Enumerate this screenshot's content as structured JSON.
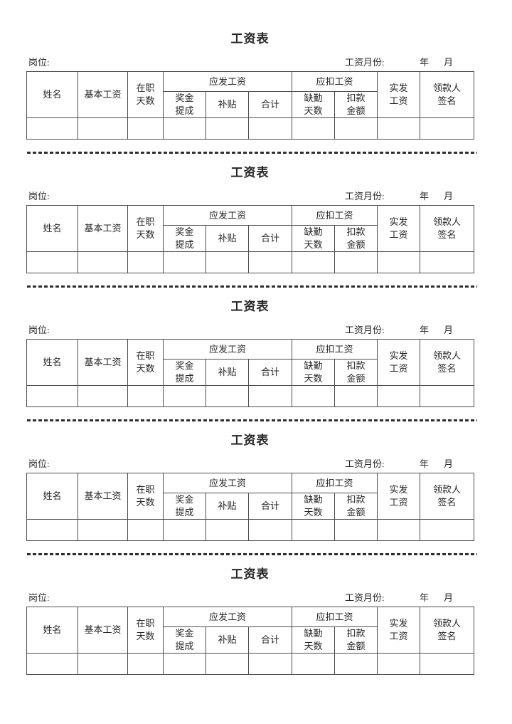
{
  "colors": {
    "text": "#262626",
    "table_border": "#4d4d4d",
    "separator": "#2e2e2e",
    "page_background": "#ffffff"
  },
  "sections": [
    {
      "title": "工资表",
      "meta": {
        "position_label": "岗位:",
        "salary_month_label": "工资月份:",
        "year_label": "年",
        "month_label": "月"
      },
      "table": {
        "col_name": "姓名",
        "col_base_salary": "基本工资",
        "col_days_line1": "在职",
        "col_days_line2": "天数",
        "group_payable": "应发工资",
        "col_bonus_line1": "奖金",
        "col_bonus_line2": "提成",
        "col_subsidy": "补贴",
        "col_total": "合计",
        "group_deduction": "应扣工资",
        "col_absent_line1": "缺勤",
        "col_absent_line2": "天数",
        "col_deduct_line1": "扣款",
        "col_deduct_line2": "金额",
        "col_net_line1": "实发",
        "col_net_line2": "工资",
        "col_payee_line1": "领款人",
        "col_payee_line2": "签名",
        "empty_row": [
          "",
          "",
          "",
          "",
          "",
          "",
          "",
          "",
          "",
          ""
        ]
      }
    },
    {
      "title": "工资表",
      "meta": {
        "position_label": "岗位:",
        "salary_month_label": "工资月份:",
        "year_label": "年",
        "month_label": "月"
      },
      "table": {
        "col_name": "姓名",
        "col_base_salary": "基本工资",
        "col_days_line1": "在职",
        "col_days_line2": "天数",
        "group_payable": "应发工资",
        "col_bonus_line1": "奖金",
        "col_bonus_line2": "提成",
        "col_subsidy": "补贴",
        "col_total": "合计",
        "group_deduction": "应扣工资",
        "col_absent_line1": "缺勤",
        "col_absent_line2": "天数",
        "col_deduct_line1": "扣款",
        "col_deduct_line2": "金额",
        "col_net_line1": "实发",
        "col_net_line2": "工资",
        "col_payee_line1": "领款人",
        "col_payee_line2": "签名",
        "empty_row": [
          "",
          "",
          "",
          "",
          "",
          "",
          "",
          "",
          "",
          ""
        ]
      }
    },
    {
      "title": "工资表",
      "meta": {
        "position_label": "岗位:",
        "salary_month_label": "工资月份:",
        "year_label": "年",
        "month_label": "月"
      },
      "table": {
        "col_name": "姓名",
        "col_base_salary": "基本工资",
        "col_days_line1": "在职",
        "col_days_line2": "天数",
        "group_payable": "应发工资",
        "col_bonus_line1": "奖金",
        "col_bonus_line2": "提成",
        "col_subsidy": "补贴",
        "col_total": "合计",
        "group_deduction": "应扣工资",
        "col_absent_line1": "缺勤",
        "col_absent_line2": "天数",
        "col_deduct_line1": "扣款",
        "col_deduct_line2": "金额",
        "col_net_line1": "实发",
        "col_net_line2": "工资",
        "col_payee_line1": "领款人",
        "col_payee_line2": "签名",
        "empty_row": [
          "",
          "",
          "",
          "",
          "",
          "",
          "",
          "",
          "",
          ""
        ]
      }
    },
    {
      "title": "工资表",
      "meta": {
        "position_label": "岗位:",
        "salary_month_label": "工资月份:",
        "year_label": "年",
        "month_label": "月"
      },
      "table": {
        "col_name": "姓名",
        "col_base_salary": "基本工资",
        "col_days_line1": "在职",
        "col_days_line2": "天数",
        "group_payable": "应发工资",
        "col_bonus_line1": "奖金",
        "col_bonus_line2": "提成",
        "col_subsidy": "补贴",
        "col_total": "合计",
        "group_deduction": "应扣工资",
        "col_absent_line1": "缺勤",
        "col_absent_line2": "天数",
        "col_deduct_line1": "扣款",
        "col_deduct_line2": "金额",
        "col_net_line1": "实发",
        "col_net_line2": "工资",
        "col_payee_line1": "领款人",
        "col_payee_line2": "签名",
        "empty_row": [
          "",
          "",
          "",
          "",
          "",
          "",
          "",
          "",
          "",
          ""
        ]
      }
    },
    {
      "title": "工资表",
      "meta": {
        "position_label": "岗位:",
        "salary_month_label": "工资月份:",
        "year_label": "年",
        "month_label": "月"
      },
      "table": {
        "col_name": "姓名",
        "col_base_salary": "基本工资",
        "col_days_line1": "在职",
        "col_days_line2": "天数",
        "group_payable": "应发工资",
        "col_bonus_line1": "奖金",
        "col_bonus_line2": "提成",
        "col_subsidy": "补贴",
        "col_total": "合计",
        "group_deduction": "应扣工资",
        "col_absent_line1": "缺勤",
        "col_absent_line2": "天数",
        "col_deduct_line1": "扣款",
        "col_deduct_line2": "金额",
        "col_net_line1": "实发",
        "col_net_line2": "工资",
        "col_payee_line1": "领款人",
        "col_payee_line2": "签名",
        "empty_row": [
          "",
          "",
          "",
          "",
          "",
          "",
          "",
          "",
          "",
          ""
        ]
      }
    }
  ]
}
